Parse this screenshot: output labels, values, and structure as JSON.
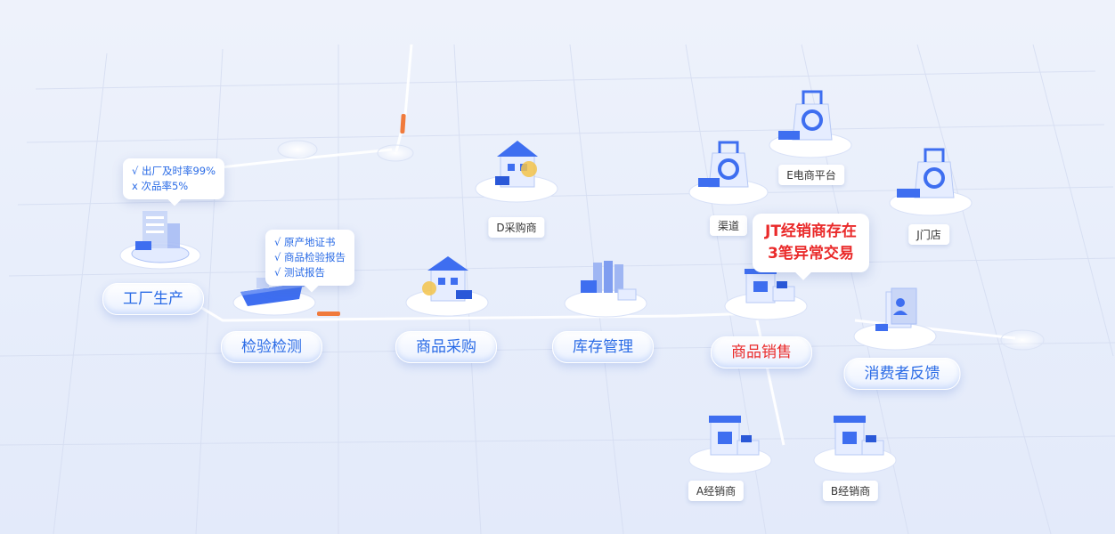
{
  "stages": [
    {
      "id": "factory",
      "label": "工厂生产"
    },
    {
      "id": "inspection",
      "label": "检验检测"
    },
    {
      "id": "purchase",
      "label": "商品采购"
    },
    {
      "id": "inventory",
      "label": "库存管理"
    },
    {
      "id": "sales",
      "label": "商品销售"
    },
    {
      "id": "feedback",
      "label": "消费者反馈"
    }
  ],
  "nodes": [
    {
      "id": "supplier_d",
      "label": "D采购商"
    },
    {
      "id": "channel",
      "label": "渠道"
    },
    {
      "id": "ecommerce_e",
      "label": "E电商平台"
    },
    {
      "id": "store_j",
      "label": "J门店"
    },
    {
      "id": "dealer_a",
      "label": "A经销商"
    },
    {
      "id": "dealer_b",
      "label": "B经销商"
    }
  ],
  "callouts": {
    "factory": [
      "√ 出厂及时率99%",
      "x 次品率5%"
    ],
    "inspection": [
      "√ 原产地证书",
      "√ 商品检验报告",
      "√ 测试报告"
    ]
  },
  "alert": {
    "lines": [
      "JT经销商存在",
      "3笔异常交易"
    ]
  },
  "colors": {
    "accent_blue": "#2a6be6",
    "alert_red": "#ea2a2a",
    "building_blue": "#3e6ef0",
    "progress_orange": "#f07a3c"
  }
}
